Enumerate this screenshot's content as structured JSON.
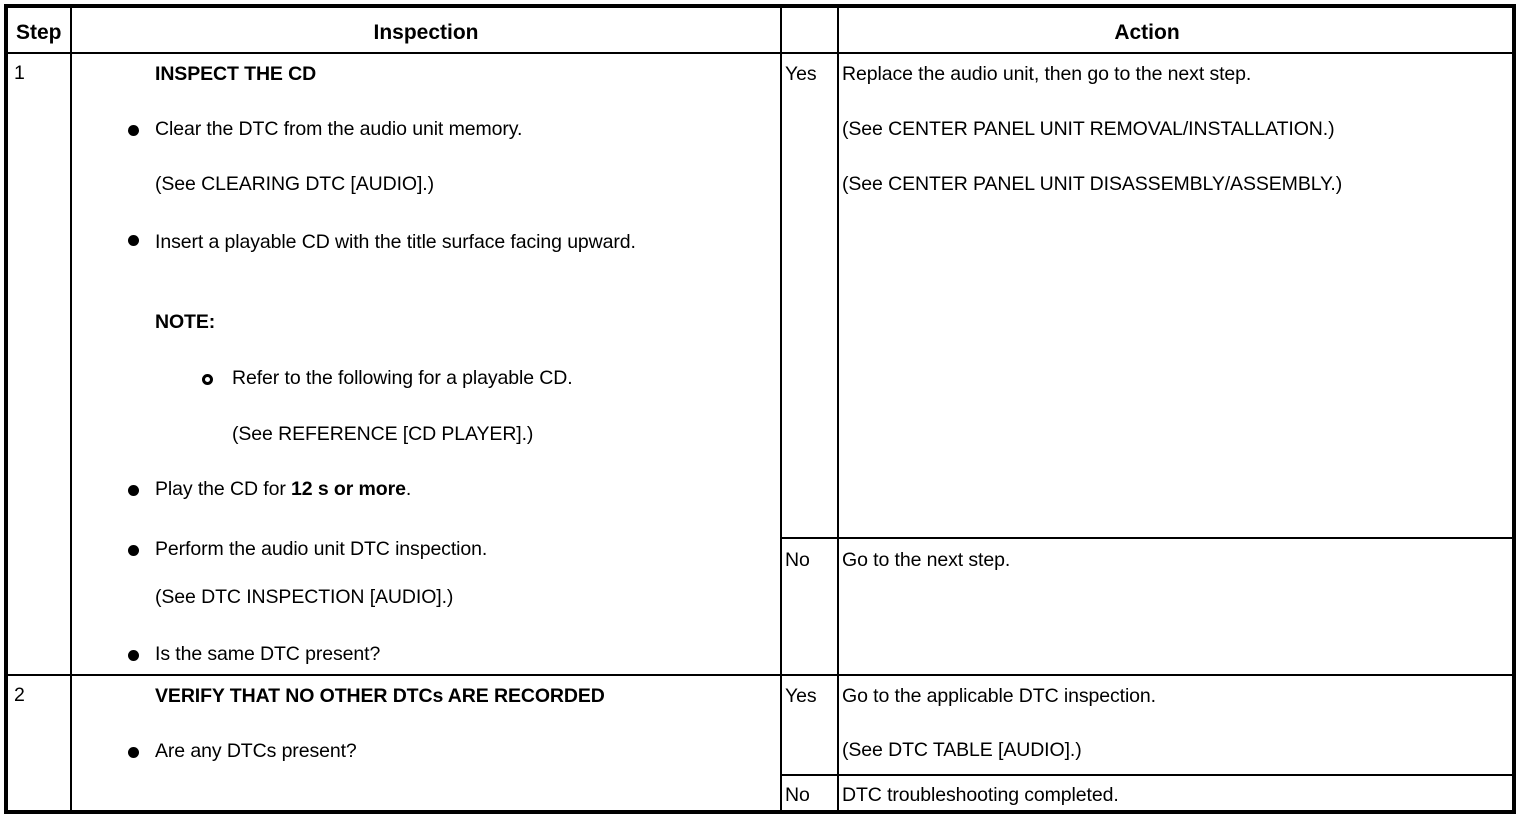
{
  "table": {
    "headers": {
      "step": "Step",
      "inspection": "Inspection",
      "action": "Action"
    },
    "rows": [
      {
        "step": "1",
        "inspection": {
          "heading": "INSPECT THE CD",
          "items": [
            {
              "bullet": "filled",
              "text": "Clear the DTC from the audio unit memory."
            },
            {
              "bullet": "none",
              "text": "(See CLEARING DTC [AUDIO].)"
            },
            {
              "bullet": "filled",
              "text": "Insert a playable CD with the title surface facing upward."
            },
            {
              "bullet": "none",
              "text": "NOTE:",
              "bold": true
            },
            {
              "bullet": "hollow",
              "text": "Refer to the following for a playable CD."
            },
            {
              "bullet": "none",
              "text": "(See REFERENCE [CD PLAYER].)"
            },
            {
              "bullet": "filled",
              "text_pre": "Play the CD for ",
              "text_bold": "12 s or more",
              "text_post": "."
            },
            {
              "bullet": "filled",
              "text": "Perform the audio unit DTC inspection."
            },
            {
              "bullet": "none",
              "text": "(See DTC INSPECTION [AUDIO].)"
            },
            {
              "bullet": "filled",
              "text": "Is the same DTC present?"
            }
          ]
        },
        "actions": [
          {
            "result": "Yes",
            "lines": [
              "Replace the audio unit, then go to the next step.",
              "(See CENTER PANEL UNIT REMOVAL/INSTALLATION.)",
              "(See CENTER PANEL UNIT DISASSEMBLY/ASSEMBLY.)"
            ]
          },
          {
            "result": "No",
            "lines": [
              "Go to the next step."
            ]
          }
        ]
      },
      {
        "step": "2",
        "inspection": {
          "heading": "VERIFY THAT NO OTHER DTCs ARE RECORDED",
          "items": [
            {
              "bullet": "filled",
              "text": "Are any DTCs present?"
            }
          ]
        },
        "actions": [
          {
            "result": "Yes",
            "lines": [
              "Go to the applicable DTC inspection.",
              "(See DTC TABLE [AUDIO].)"
            ]
          },
          {
            "result": "No",
            "lines": [
              "DTC troubleshooting completed."
            ]
          }
        ]
      }
    ]
  }
}
